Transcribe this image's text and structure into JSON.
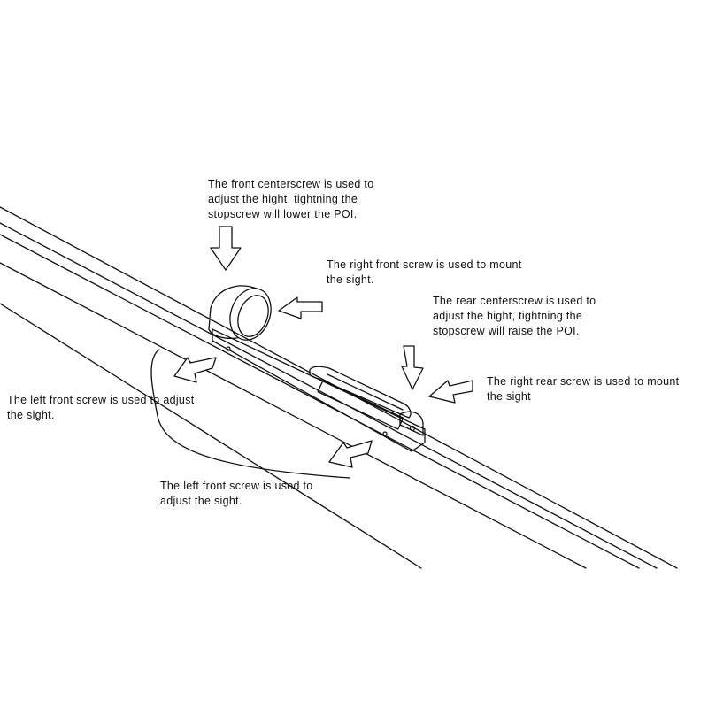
{
  "colors": {
    "ink": "#111111",
    "background": "#ffffff"
  },
  "annotations": {
    "front_centerscrew": [
      "The front centerscrew is used to",
      "adjust the hight, tightning the",
      "stopscrew will lower the POI."
    ],
    "right_front_screw": [
      "The right front screw is used to mount",
      "the sight."
    ],
    "rear_centerscrew": [
      "The rear centerscrew is used to",
      "adjust the hight, tightning the",
      "stopscrew will raise the POI."
    ],
    "right_rear_screw": [
      "The right rear screw is used to mount",
      "the sight"
    ],
    "left_front_screw_upper": [
      "The left front screw is used to adjust",
      "the sight."
    ],
    "left_front_screw_lower": [
      "The left front screw is used to",
      "adjust the sight."
    ]
  }
}
